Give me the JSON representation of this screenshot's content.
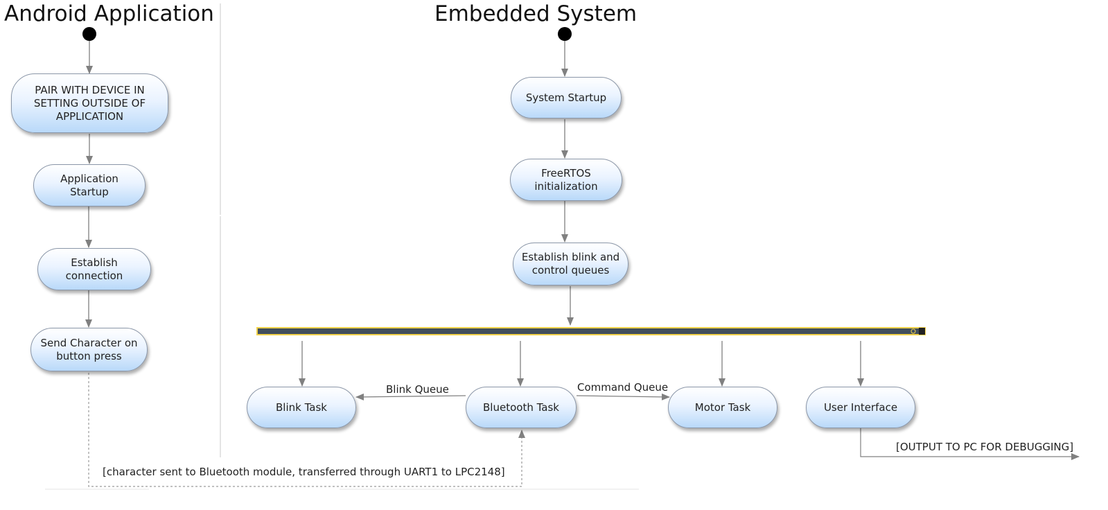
{
  "lanes": {
    "android_title": "Android Application",
    "embedded_title": "Embedded System"
  },
  "android_nodes": {
    "pair": "PAIR WITH DEVICE IN\nSETTING OUTSIDE OF\nAPPLICATION",
    "app_startup": "Application\nStartup",
    "establish_connection": "Establish\nconnection",
    "send_character": "Send Character on\nbutton press"
  },
  "embedded_nodes": {
    "system_startup": "System Startup",
    "freertos_init": "FreeRTOS\ninitialization",
    "establish_queues": "Establish blink and\ncontrol queues",
    "blink_task": "Blink Task",
    "bluetooth_task": "Bluetooth Task",
    "motor_task": "Motor Task",
    "user_interface": "User Interface"
  },
  "edge_labels": {
    "blink_queue": "Blink Queue",
    "command_queue": "Command Queue",
    "output_pc": "[OUTPUT TO PC FOR DEBUGGING]",
    "character_sent": "[character sent to Bluetooth module, transferred through UART1 to LPC2148]"
  },
  "colors": {
    "fork_bar": "#414e5b",
    "fork_border": "#f2d24a",
    "arrow": "#808080",
    "node_fill_bottom": "#b9d9f9"
  }
}
